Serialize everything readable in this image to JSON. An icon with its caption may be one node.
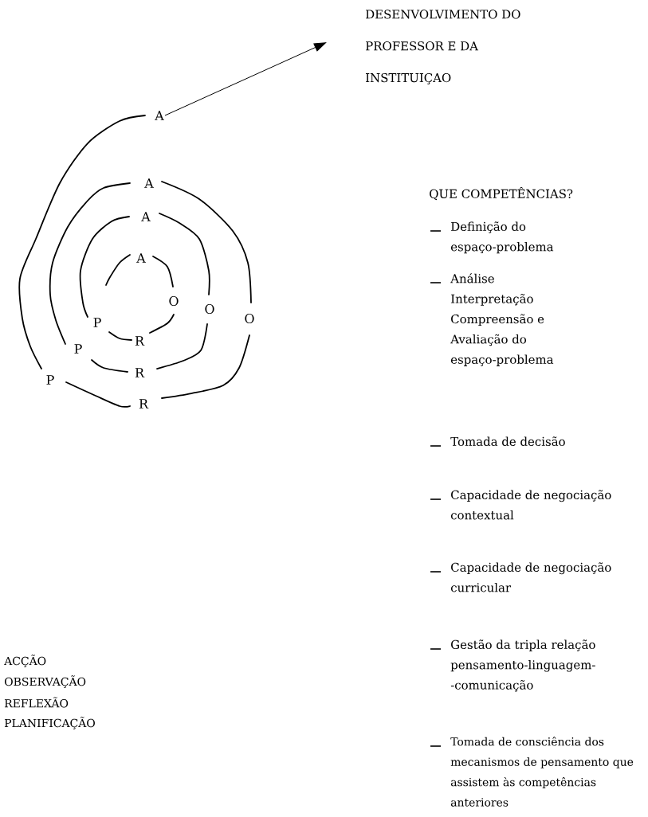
{
  "diagram": {
    "nodes": [
      {
        "text": [
          "A"
        ]
      },
      {
        "text": [
          "DESENVOLVIMENTO DO PROFESSOR E DA INSTITUIÇAO"
        ]
      }
    ],
    "edges": [
      {
        "from": 0,
        "to": 1,
        "arrow": "to"
      }
    ],
    "labels": [
      "A",
      "A",
      "A",
      "O",
      "O",
      "O",
      "P",
      "R",
      "P",
      "R",
      "P",
      "R",
      "QUE COMPETÊNCIAS?",
      "Definição do espaço-problema",
      "Análise Interpretação Compreensão e Avaliação do espaço-problema",
      "Tomada de decisão",
      "Capacidade de negociação contextual",
      "Capacidade de negociação curricular",
      "Gestão da tripla relação pensamento-linguagem- -comunicação",
      "Tomada de consciência dos mecanismos de pensamento que assistem às competências anteriores",
      "ACÇÃO",
      "OBSERVAÇÃO",
      "REFLEXÃO",
      "PLANIFICAÇÃO"
    ]
  }
}
